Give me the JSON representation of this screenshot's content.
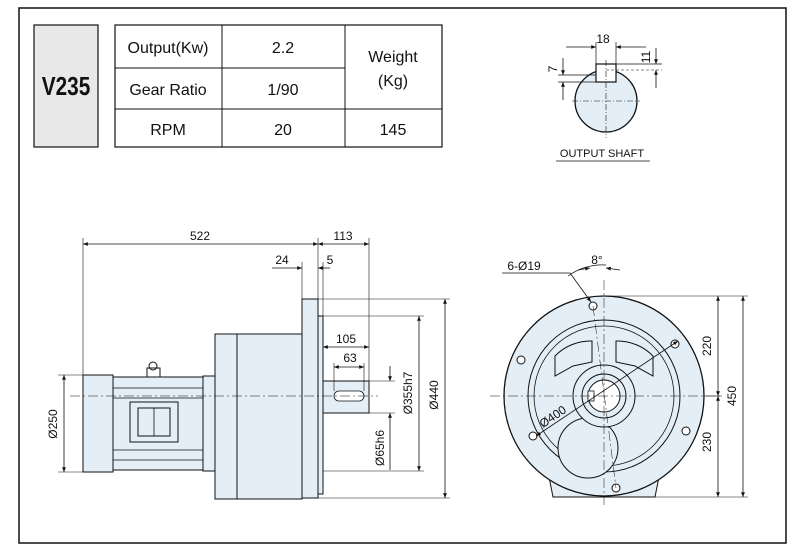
{
  "model": "V235",
  "spec_table": {
    "output_label": "Output(Kw)",
    "output_value": "2.2",
    "gear_ratio_label": "Gear Ratio",
    "gear_ratio_value": "1/90",
    "rpm_label": "RPM",
    "rpm_value": "20",
    "weight_label_line1": "Weight",
    "weight_label_line2": "(Kg)",
    "weight_value": "145"
  },
  "output_shaft": {
    "caption": "OUTPUT SHAFT",
    "key_width": "18",
    "key_height": "11",
    "keyway_depth": "7"
  },
  "side_view": {
    "overall_length": "522",
    "shaft_projection": "113",
    "flange_thickness": "24",
    "flange_step": "5",
    "shaft_length": "105",
    "key_length": "63",
    "motor_diameter": "Ø250",
    "shaft_diameter": "Ø65h6",
    "spigot_diameter": "Ø355h7",
    "flange_diameter": "Ø440"
  },
  "front_view": {
    "bolt_holes": "6-Ø19",
    "hole_angle": "8°",
    "pcd": "Ø400",
    "upper_height": "220",
    "lower_height": "230",
    "total_height": "450"
  },
  "colors": {
    "fill": "#e4eef6",
    "line": "#111111",
    "label_box": "#e8e8e8"
  }
}
